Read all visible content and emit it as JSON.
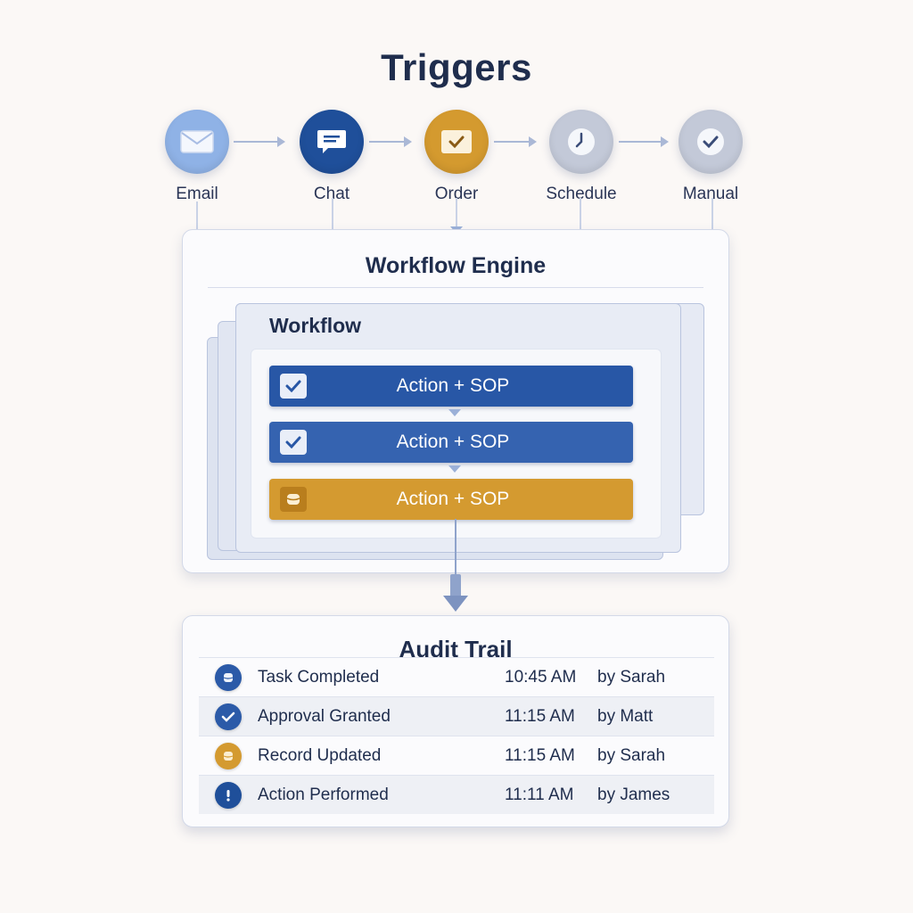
{
  "title": "Triggers",
  "triggers": [
    {
      "label": "Email",
      "icon": "envelope-icon",
      "color": "#8fb2e6"
    },
    {
      "label": "Chat",
      "icon": "chat-bubble-icon",
      "color": "#1f4f9a"
    },
    {
      "label": "Order",
      "icon": "order-check-icon",
      "color": "#d49a2f"
    },
    {
      "label": "Schedule",
      "icon": "clock-icon",
      "color": "#c3c9d8"
    },
    {
      "label": "Manual",
      "icon": "check-circle-icon",
      "color": "#c3c9d8"
    }
  ],
  "engine": {
    "title": "Workflow Engine",
    "workflow_title": "Workflow",
    "actions": [
      {
        "label": "Action + SOP",
        "icon": "checkbox-icon",
        "color": "#2857a6"
      },
      {
        "label": "Action + SOP",
        "icon": "checkbox-icon",
        "color": "#3563b0"
      },
      {
        "label": "Action + SOP",
        "icon": "database-icon",
        "color": "#d49a30"
      }
    ]
  },
  "audit": {
    "title": "Audit Trail",
    "rows": [
      {
        "event": "Task Completed",
        "time": "10:45 AM",
        "by": "by Sarah",
        "icon": "database-icon",
        "color": "#2b5aa8"
      },
      {
        "event": "Approval Granted",
        "time": "11:15 AM",
        "by": "by Matt",
        "icon": "check-icon",
        "color": "#2b5aa8"
      },
      {
        "event": "Record Updated",
        "time": "11:15 AM",
        "by": "by Sarah",
        "icon": "database-icon",
        "color": "#d49a30"
      },
      {
        "event": "Action Performed",
        "time": "11:11 AM",
        "by": "by James",
        "icon": "exclamation-icon",
        "color": "#1f4f9a"
      }
    ]
  }
}
